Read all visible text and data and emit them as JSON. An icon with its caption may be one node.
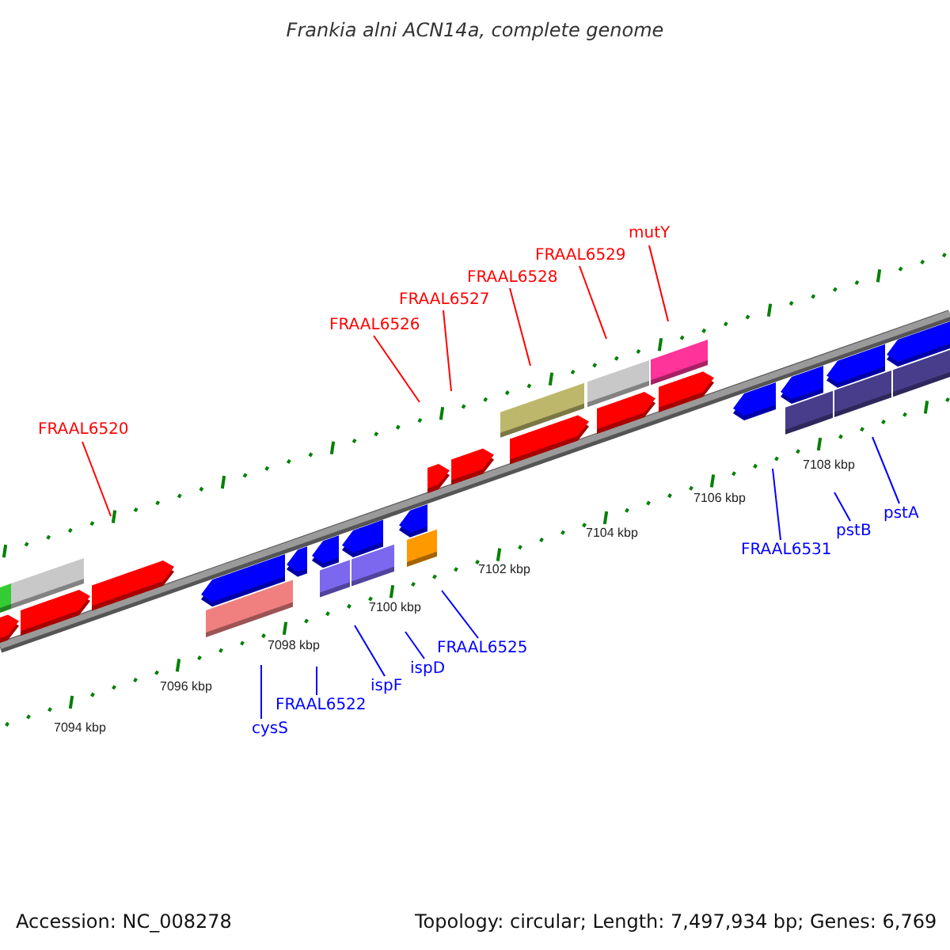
{
  "diagram": {
    "title": "Frankia alni ACN14a, complete genome",
    "nodes": [
      {
        "text": [
          "FRAAL6520"
        ]
      },
      {
        "text": [
          "FRAAL6526"
        ]
      },
      {
        "text": [
          "FRAAL6527"
        ]
      },
      {
        "text": [
          "FRAAL6528"
        ]
      },
      {
        "text": [
          "FRAAL6529"
        ]
      },
      {
        "text": [
          "mutY"
        ]
      },
      {
        "text": [
          "FRAAL6531"
        ]
      },
      {
        "text": [
          "pstB"
        ]
      },
      {
        "text": [
          "pstA"
        ]
      },
      {
        "text": [
          "cysS"
        ]
      },
      {
        "text": [
          "FRAAL6522"
        ]
      },
      {
        "text": [
          "ispF"
        ]
      },
      {
        "text": [
          "ispD"
        ]
      },
      {
        "text": [
          "FRAAL6525"
        ]
      }
    ],
    "edges": [
      {
        "from": 0,
        "to": null,
        "arrow": "none",
        "color": "#ff0000"
      },
      {
        "from": 1,
        "to": null,
        "arrow": "none",
        "color": "#ff0000"
      },
      {
        "from": 2,
        "to": null,
        "arrow": "none",
        "color": "#ff0000"
      },
      {
        "from": 3,
        "to": null,
        "arrow": "none",
        "color": "#ff0000"
      },
      {
        "from": 4,
        "to": null,
        "arrow": "none",
        "color": "#ff0000"
      },
      {
        "from": 5,
        "to": null,
        "arrow": "none",
        "color": "#ff0000"
      },
      {
        "from": 6,
        "to": null,
        "arrow": "none"
      },
      {
        "from": 7,
        "to": null,
        "arrow": "none"
      },
      {
        "from": 8,
        "to": null,
        "arrow": "none"
      },
      {
        "from": 9,
        "to": null,
        "arrow": "none"
      },
      {
        "from": 10,
        "to": null,
        "arrow": "none"
      },
      {
        "from": 11,
        "to": null,
        "arrow": "none"
      },
      {
        "from": 12,
        "to": null,
        "arrow": "none"
      },
      {
        "from": 13,
        "to": null,
        "arrow": "none"
      }
    ],
    "labels": [
      "7108 kbp",
      "7106 kbp",
      "7104 kbp",
      "7102 kbp",
      "7100 kbp",
      "7098 kbp",
      "7096 kbp",
      "7094 kbp",
      "Accession: NC_008278",
      "Topology: circular; Length: 7,497,934 bp; Genes: 6,769"
    ]
  }
}
